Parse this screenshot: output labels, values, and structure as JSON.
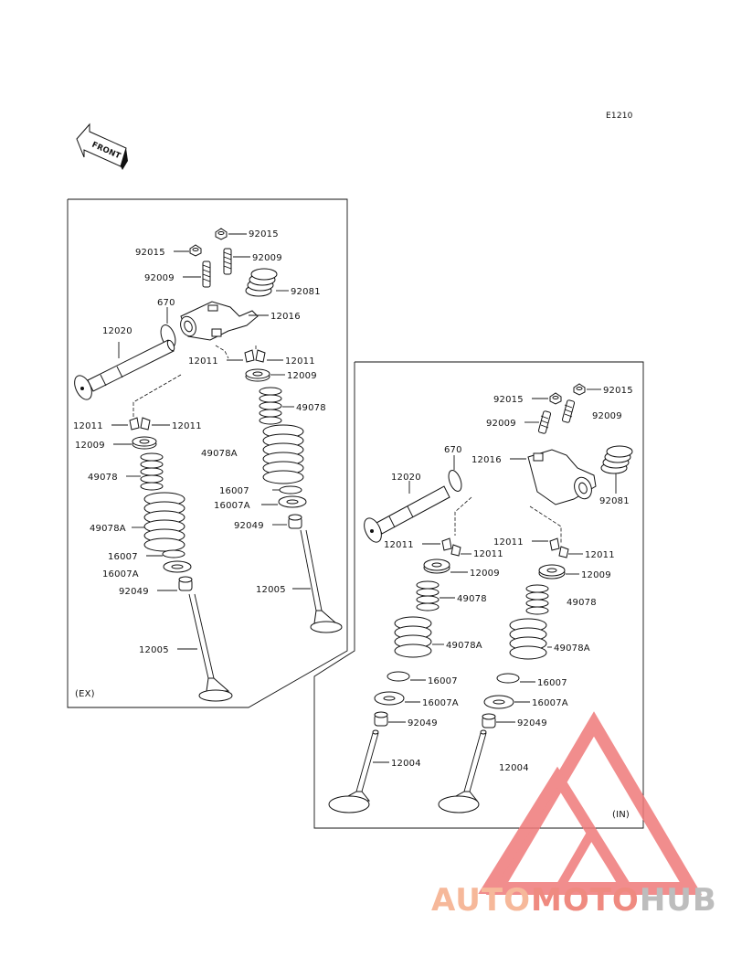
{
  "diagram_id": "E1210",
  "front_label": "FRONT",
  "watermark": {
    "text_auto": "AUTO",
    "text_moto": "MOTO",
    "text_hub": "HUB",
    "color_auto": "#f6b89a",
    "color_moto": "#ef8a80",
    "color_hub": "#bdbdbd",
    "logo_color": "#ef7a7a"
  },
  "ex_panel": {
    "tag": "(EX)",
    "labels": {
      "p92015a": "92015",
      "p92015b": "92015",
      "p92009a": "92009",
      "p92009b": "92009",
      "p92081": "92081",
      "p670": "670",
      "p12016": "12016",
      "p12020": "12020",
      "p12011a": "12011",
      "p12011b": "12011",
      "p12011c": "12011",
      "p12009a": "12009",
      "p12009b": "12009",
      "p49078a": "49078",
      "p49078b": "49078",
      "p49078Aa": "49078A",
      "p49078Ab": "49078A",
      "p16007a": "16007",
      "p16007b": "16007",
      "p16007Aa": "16007A",
      "p16007Ab": "16007A",
      "p92049a": "92049",
      "p92049b": "92049",
      "p12005a": "12005",
      "p12005b": "12005"
    }
  },
  "in_panel": {
    "tag": "(IN)",
    "labels": {
      "p92015a": "92015",
      "p92015b": "92015",
      "p92009a": "92009",
      "p92009b": "92009",
      "p670": "670",
      "p12016": "12016",
      "p12020": "12020",
      "p92081": "92081",
      "p12011a": "12011",
      "p12011b": "12011",
      "p12011c": "12011",
      "p12011d": "12011",
      "p12009a": "12009",
      "p12009b": "12009",
      "p49078a": "49078",
      "p49078b": "49078",
      "p49078Aa": "49078A",
      "p49078Ab": "49078A",
      "p16007a": "16007",
      "p16007b": "16007",
      "p16007Aa": "16007A",
      "p16007Ab": "16007A",
      "p92049a": "92049",
      "p92049b": "92049",
      "p12004a": "12004",
      "p12004b": "12004"
    }
  }
}
